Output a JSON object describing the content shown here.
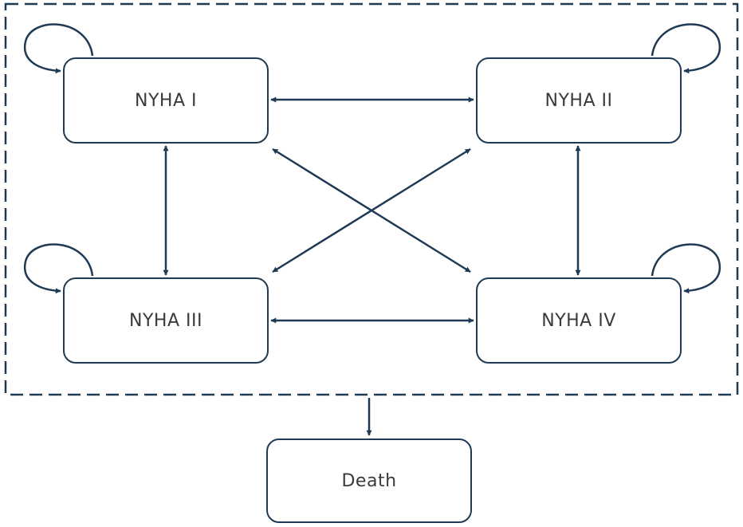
{
  "diagram": {
    "colors": {
      "stroke": "#1f3a55",
      "text": "#3a3a3a",
      "background": "#ffffff"
    },
    "nodes": {
      "nyha_1": "NYHA I",
      "nyha_2": "NYHA II",
      "nyha_3": "NYHA III",
      "nyha_4": "NYHA IV",
      "death": "Death"
    },
    "edges": [
      {
        "from": "NYHA I",
        "to": "NYHA II",
        "bidirectional": true
      },
      {
        "from": "NYHA III",
        "to": "NYHA IV",
        "bidirectional": true
      },
      {
        "from": "NYHA I",
        "to": "NYHA III",
        "bidirectional": true
      },
      {
        "from": "NYHA II",
        "to": "NYHA IV",
        "bidirectional": true
      },
      {
        "from": "NYHA I",
        "to": "NYHA IV",
        "bidirectional": true
      },
      {
        "from": "NYHA II",
        "to": "NYHA III",
        "bidirectional": true
      },
      {
        "from": "NYHA I",
        "to": "NYHA I",
        "self_loop": true
      },
      {
        "from": "NYHA II",
        "to": "NYHA II",
        "self_loop": true
      },
      {
        "from": "NYHA III",
        "to": "NYHA III",
        "self_loop": true
      },
      {
        "from": "NYHA IV",
        "to": "NYHA IV",
        "self_loop": true
      },
      {
        "from": "NYHA group",
        "to": "Death",
        "bidirectional": false
      }
    ]
  }
}
